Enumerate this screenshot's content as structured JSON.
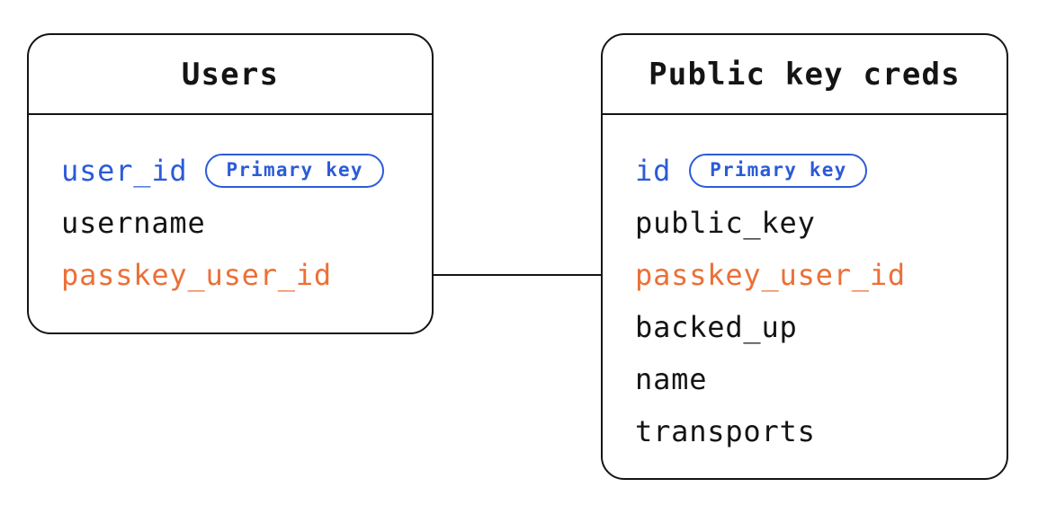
{
  "diagram": {
    "colors": {
      "primary_key_blue": "#2b5bd7",
      "foreign_key_orange": "#eb7038",
      "outline_ink": "#141414",
      "background": "#ffffff"
    },
    "tables": [
      {
        "title": "Users",
        "fields": [
          {
            "name": "user_id",
            "role": "primary-key",
            "badge": "Primary key"
          },
          {
            "name": "username",
            "role": "normal"
          },
          {
            "name": "passkey_user_id",
            "role": "foreign-key"
          }
        ]
      },
      {
        "title": "Public key creds",
        "fields": [
          {
            "name": "id",
            "role": "primary-key",
            "badge": "Primary key"
          },
          {
            "name": "public_key",
            "role": "normal"
          },
          {
            "name": "passkey_user_id",
            "role": "foreign-key"
          },
          {
            "name": "backed_up",
            "role": "normal"
          },
          {
            "name": "name",
            "role": "normal"
          },
          {
            "name": "transports",
            "role": "normal"
          }
        ]
      }
    ],
    "connector": {
      "from_table": "Users",
      "from_field": "passkey_user_id",
      "to_table": "Public key creds",
      "to_field": "passkey_user_id"
    }
  }
}
